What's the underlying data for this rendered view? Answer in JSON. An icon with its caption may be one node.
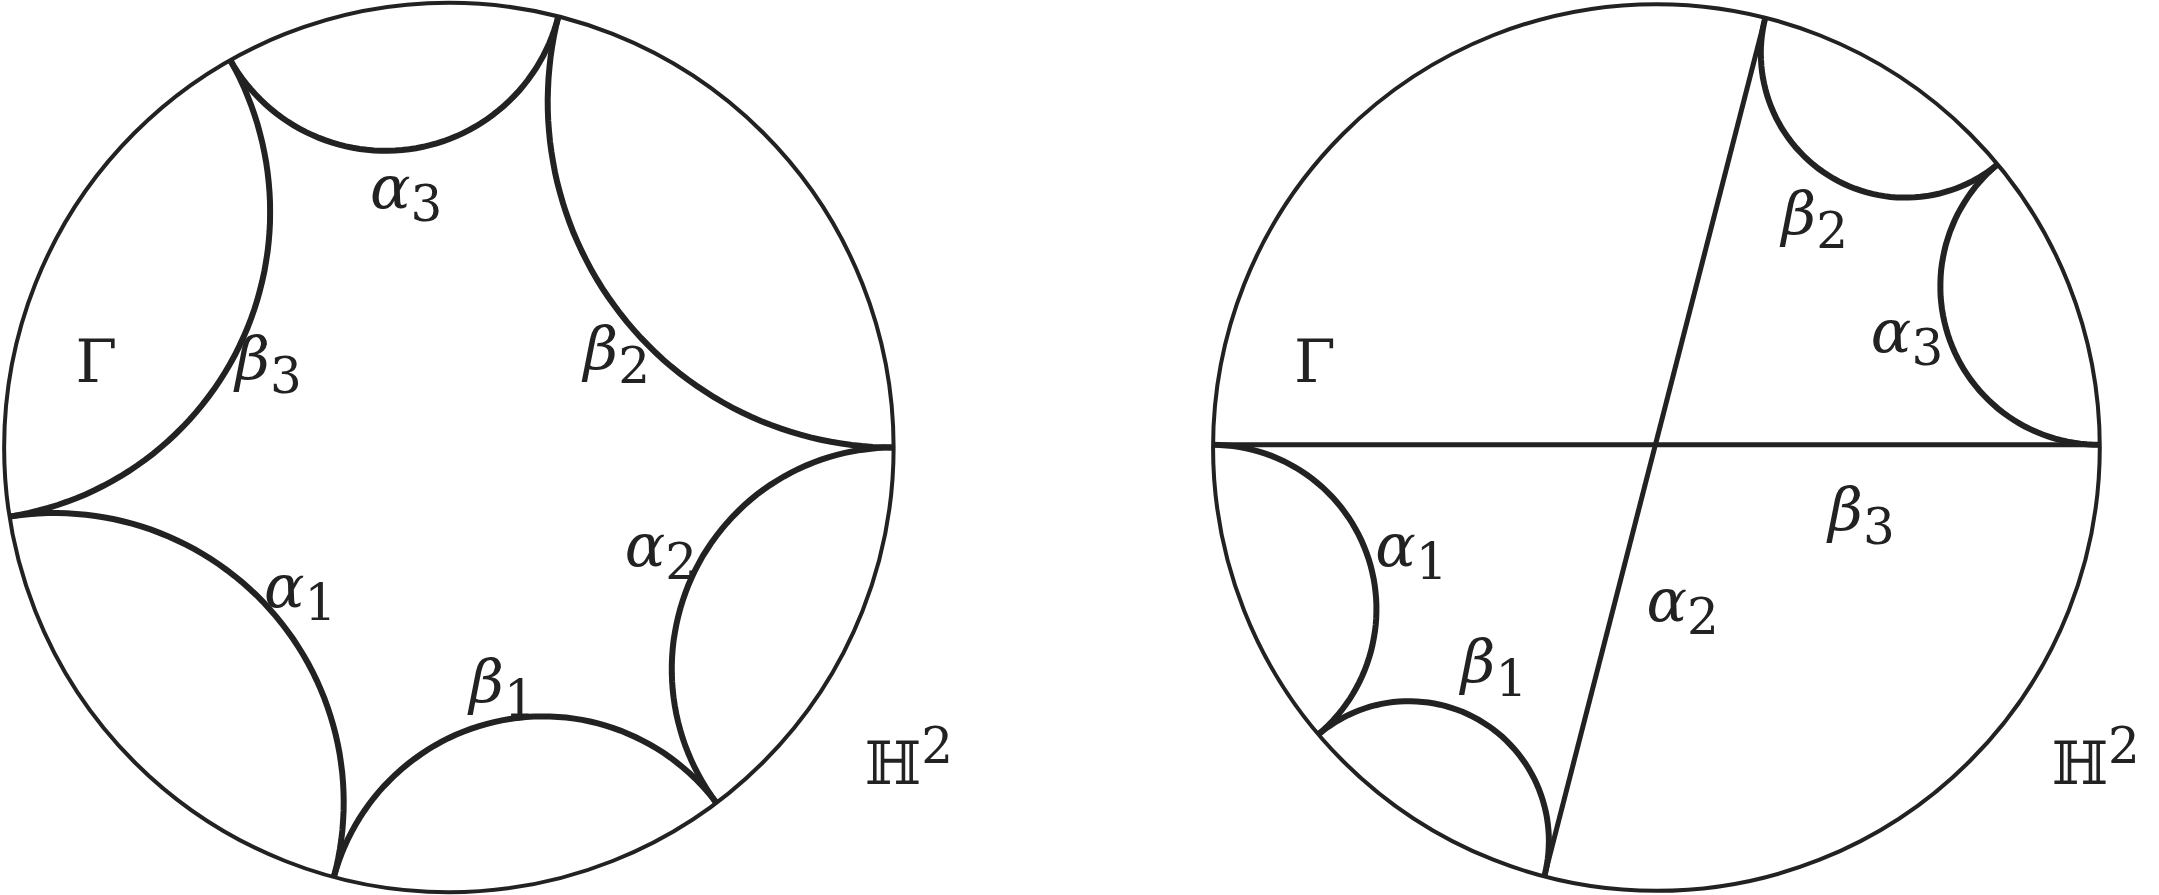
{
  "diagram": {
    "labels": [
      "*α*$_{3}$",
      "Γ",
      "*β*$_{3}$",
      "*β*$_{2}$",
      "*α*$_{2}$",
      "*α*$_{1}$",
      "*β*$_{1}$",
      "ℍ$^{2}$",
      "*β*$_{2}$",
      "Γ",
      "*α*$_{3}$",
      "*β*$_{3}$",
      "*α*$_{1}$",
      "*α*$_{2}$",
      "*β*$_{1}$",
      "ℍ$^{2}$"
    ]
  }
}
